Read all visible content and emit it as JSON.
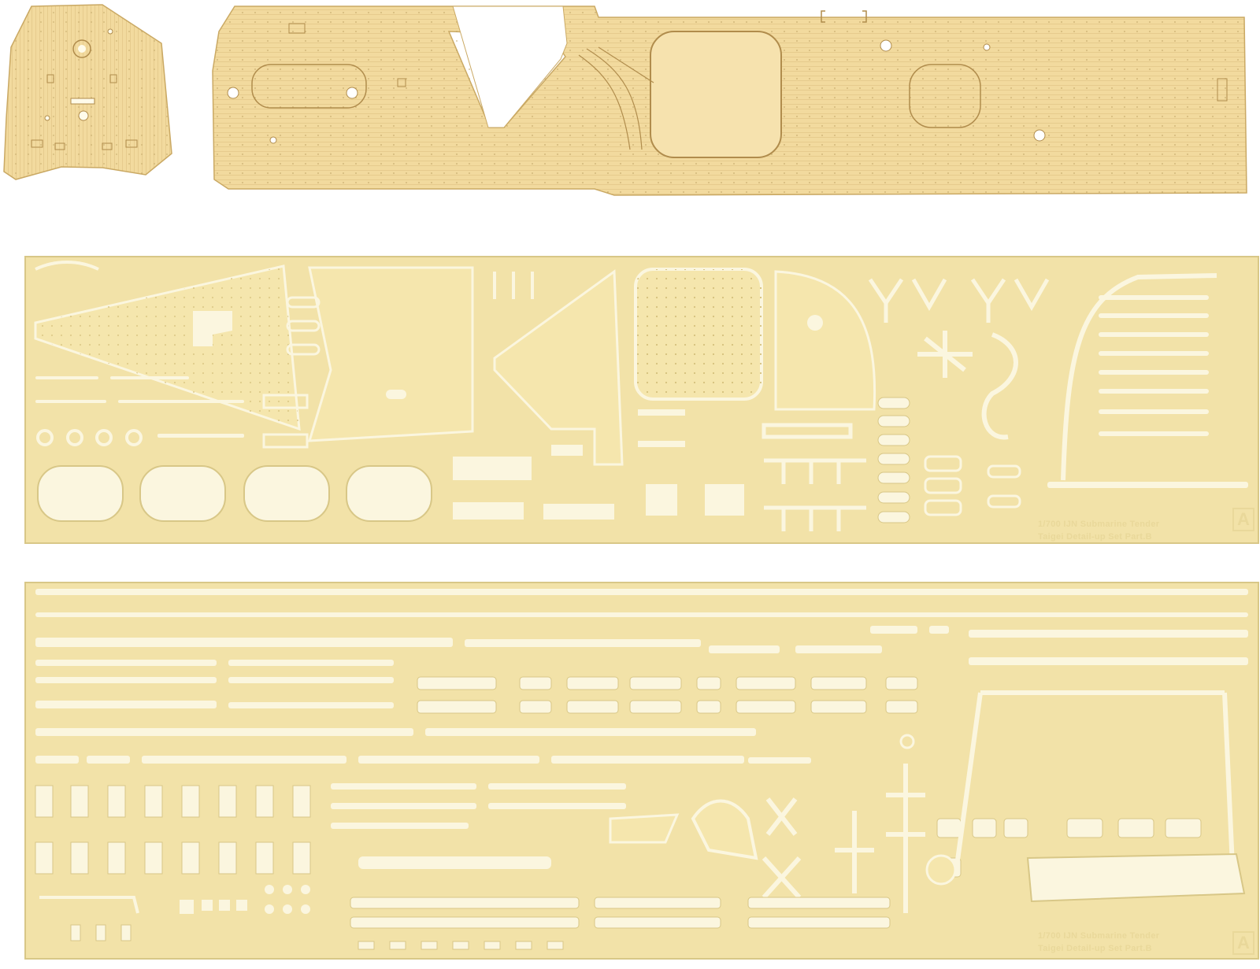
{
  "colors": {
    "background": "#ffffff",
    "wood": "#f2da9e",
    "wood_dark": "#d9bd7b",
    "brass": "#f2e2a8",
    "brass_edge": "#d8c787",
    "cutout": "#fbf6df"
  },
  "sheet1": {
    "label_line1": "1/700 IJN Submarine Tender",
    "label_line2": "Taigei Detail-up Set Part.B",
    "logo": "A"
  },
  "sheet2": {
    "label_line1": "1/700 IJN Submarine Tender",
    "label_line2": "Taigei Detail-up Set Part.B",
    "logo": "A"
  }
}
